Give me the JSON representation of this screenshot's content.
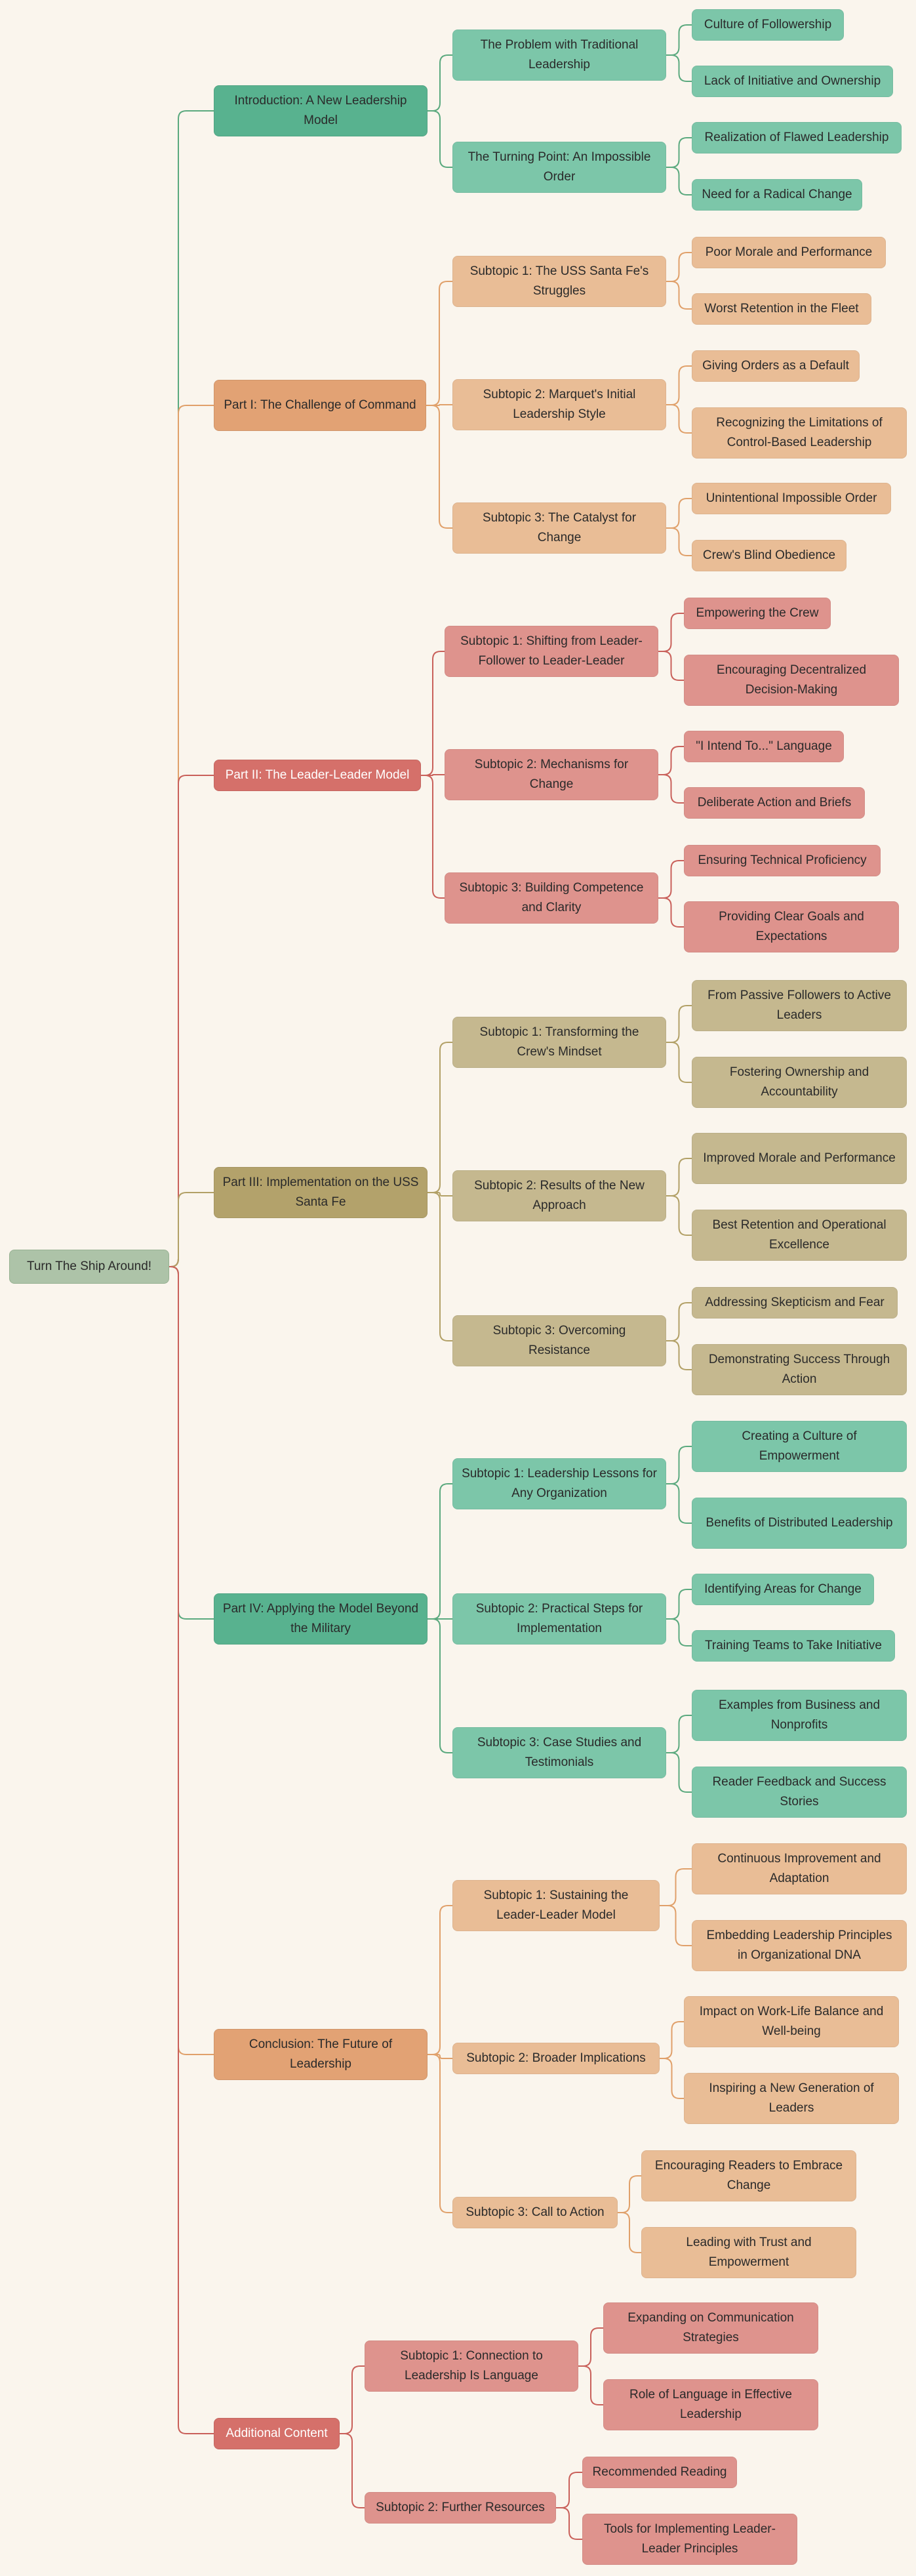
{
  "palette": {
    "green": {
      "l1": "#58b28f",
      "l2": "#7cc6a9",
      "l3": "#7cc6a9",
      "edge": "#5aa97e"
    },
    "orange": {
      "l1": "#e2a274",
      "l2": "#e9bd96",
      "l3": "#e9bd96",
      "edge": "#e0a06a"
    },
    "red": {
      "l1": "#d5706a",
      "l2": "#de938d",
      "l3": "#de938d",
      "edge": "#c9605a"
    },
    "olive": {
      "l1": "#b3a26b",
      "l2": "#c5b88f",
      "l3": "#c5b88f",
      "edge": "#b2a066"
    },
    "root": "#adc3a8"
  },
  "mindmap": {
    "root": "Turn The Ship Around!",
    "branches": [
      {
        "label": "Introduction: A New Leadership Model",
        "color": "green",
        "children": [
          {
            "label": "The Problem with Traditional Leadership",
            "children": [
              "Culture of Followership",
              "Lack of Initiative and Ownership"
            ]
          },
          {
            "label": "The Turning Point: An Impossible Order",
            "children": [
              "Realization of Flawed Leadership",
              "Need for a Radical Change"
            ]
          }
        ]
      },
      {
        "label": "Part I: The Challenge of Command",
        "color": "orange",
        "children": [
          {
            "label": "Subtopic 1: The USS Santa Fe's Struggles",
            "children": [
              "Poor Morale and Performance",
              "Worst Retention in the Fleet"
            ]
          },
          {
            "label": "Subtopic 2: Marquet's Initial Leadership Style",
            "children": [
              "Giving Orders as a Default",
              "Recognizing the Limitations of Control-Based Leadership"
            ]
          },
          {
            "label": "Subtopic 3: The Catalyst for Change",
            "children": [
              "Unintentional Impossible Order",
              "Crew's Blind Obedience"
            ]
          }
        ]
      },
      {
        "label": "Part II: The Leader-Leader Model",
        "color": "red",
        "children": [
          {
            "label": "Subtopic 1: Shifting from Leader-Follower to Leader-Leader",
            "children": [
              "Empowering the Crew",
              "Encouraging Decentralized Decision-Making"
            ]
          },
          {
            "label": "Subtopic 2: Mechanisms for Change",
            "children": [
              "\"I Intend To...\" Language",
              "Deliberate Action and Briefs"
            ]
          },
          {
            "label": "Subtopic 3: Building Competence and Clarity",
            "children": [
              "Ensuring Technical Proficiency",
              "Providing Clear Goals and Expectations"
            ]
          }
        ]
      },
      {
        "label": "Part III: Implementation on the USS Santa Fe",
        "color": "olive",
        "children": [
          {
            "label": "Subtopic 1: Transforming the Crew's Mindset",
            "children": [
              "From Passive Followers to Active Leaders",
              "Fostering Ownership and Accountability"
            ]
          },
          {
            "label": "Subtopic 2: Results of the New Approach",
            "children": [
              "Improved Morale and Performance",
              "Best Retention and Operational Excellence"
            ]
          },
          {
            "label": "Subtopic 3: Overcoming Resistance",
            "children": [
              "Addressing Skepticism and Fear",
              "Demonstrating Success Through Action"
            ]
          }
        ]
      },
      {
        "label": "Part IV: Applying the Model Beyond the Military",
        "color": "green",
        "children": [
          {
            "label": "Subtopic 1: Leadership Lessons for Any Organization",
            "children": [
              "Creating a Culture of Empowerment",
              "Benefits of Distributed Leadership"
            ]
          },
          {
            "label": "Subtopic 2: Practical Steps for Implementation",
            "children": [
              "Identifying Areas for Change",
              "Training Teams to Take Initiative"
            ]
          },
          {
            "label": "Subtopic 3: Case Studies and Testimonials",
            "children": [
              "Examples from Business and Nonprofits",
              "Reader Feedback and Success Stories"
            ]
          }
        ]
      },
      {
        "label": "Conclusion: The Future of Leadership",
        "color": "orange",
        "children": [
          {
            "label": "Subtopic 1: Sustaining the Leader-Leader Model",
            "children": [
              "Continuous Improvement and Adaptation",
              "Embedding Leadership Principles in Organizational DNA"
            ]
          },
          {
            "label": "Subtopic 2: Broader Implications",
            "children": [
              "Impact on Work-Life Balance and Well-being",
              "Inspiring a New Generation of Leaders"
            ]
          },
          {
            "label": "Subtopic 3: Call to Action",
            "children": [
              "Encouraging Readers to Embrace Change",
              "Leading with Trust and Empowerment"
            ]
          }
        ]
      },
      {
        "label": "Additional Content",
        "color": "red",
        "children": [
          {
            "label": "Subtopic 1: Connection to Leadership Is Language",
            "children": [
              "Expanding on Communication Strategies",
              "Role of Language in Effective Leadership"
            ]
          },
          {
            "label": "Subtopic 2: Further Resources",
            "children": [
              "Recommended Reading",
              "Tools for Implementing Leader-Leader Principles"
            ]
          }
        ]
      }
    ]
  }
}
